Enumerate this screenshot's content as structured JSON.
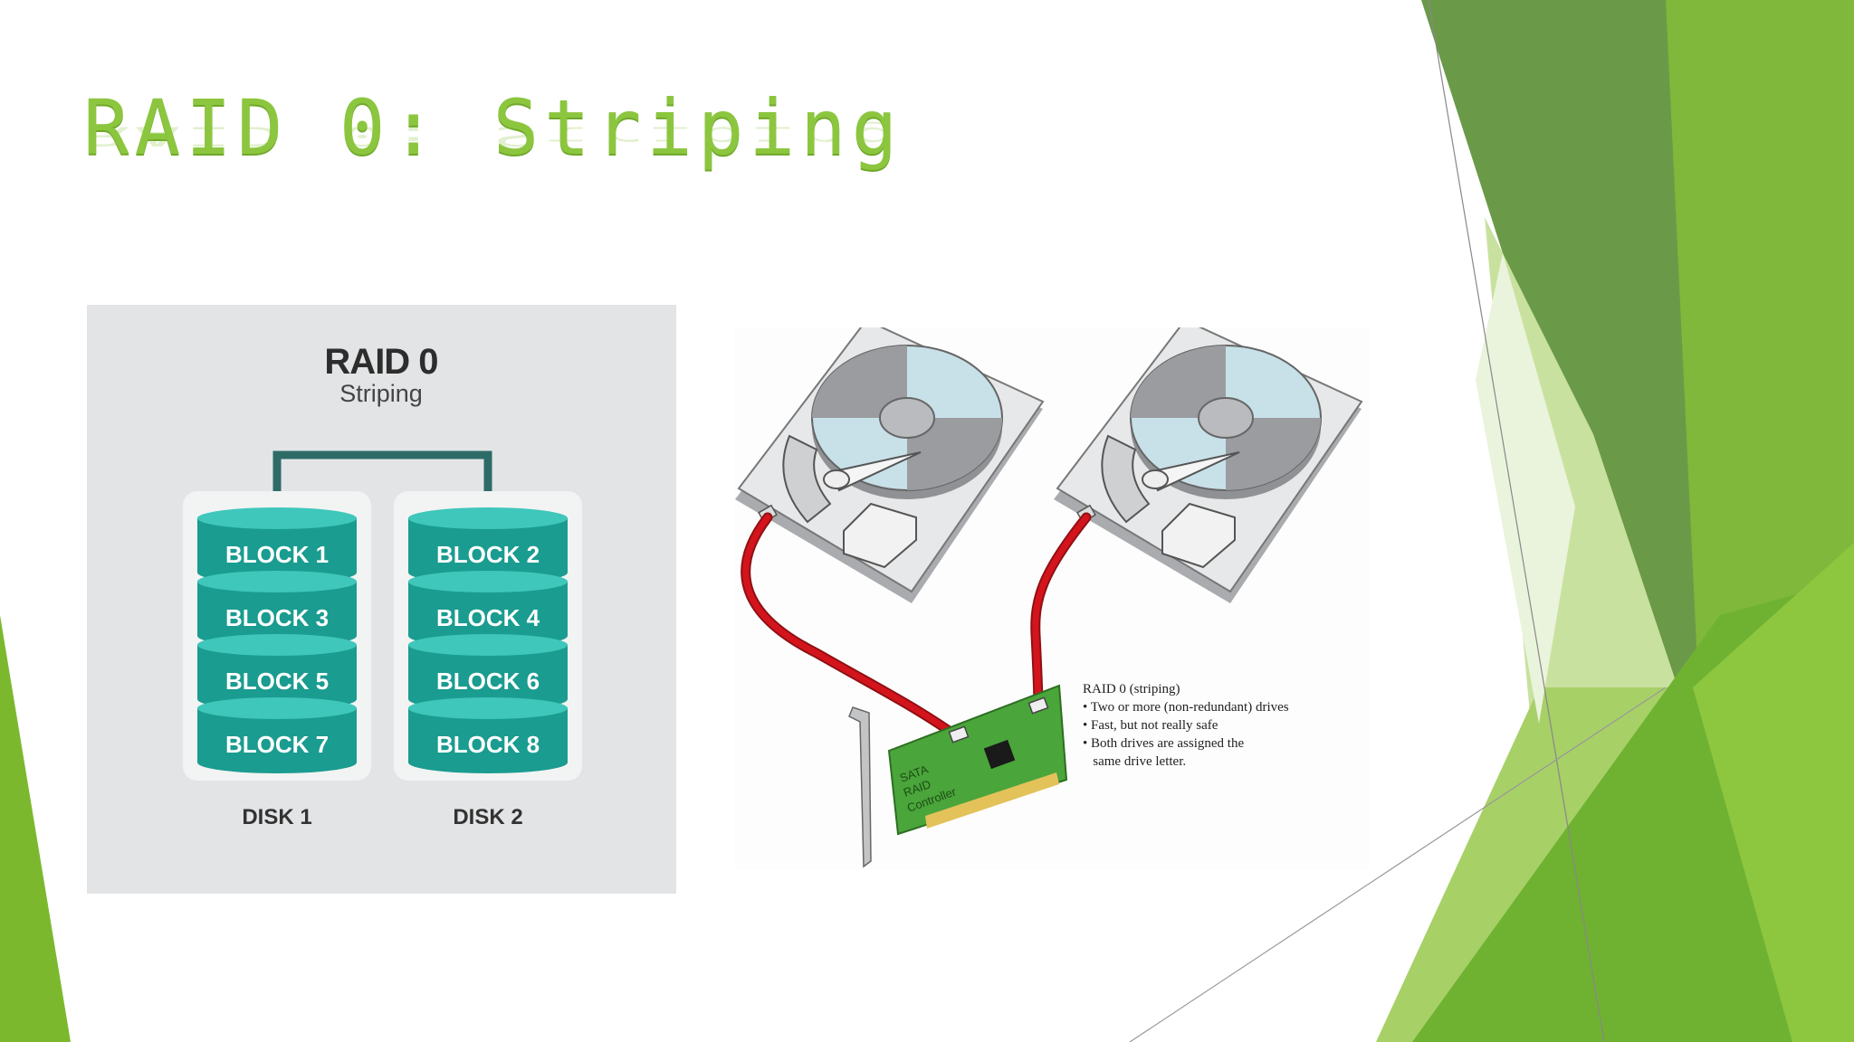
{
  "slide": {
    "title": "RAID 0: Striping"
  },
  "left_diagram": {
    "heading": "RAID 0",
    "subheading": "Striping",
    "disks": [
      {
        "label": "DISK 1",
        "blocks": [
          "BLOCK 1",
          "BLOCK 3",
          "BLOCK 5",
          "BLOCK 7"
        ]
      },
      {
        "label": "DISK 2",
        "blocks": [
          "BLOCK 2",
          "BLOCK 4",
          "BLOCK 6",
          "BLOCK 8"
        ]
      }
    ]
  },
  "right_diagram": {
    "controller_text": [
      "SATA",
      "RAID",
      "Controller"
    ],
    "notes": [
      "RAID 0 (striping)",
      "• Two or more (non-redundant) drives",
      "• Fast, but not really safe",
      "• Both drives are assigned the",
      "   same drive letter."
    ]
  },
  "colors": {
    "accent_green": "#8cc63f",
    "block_teal": "#1bb0a3",
    "cable_red": "#d4141c",
    "pcb_green": "#4aa53b"
  }
}
